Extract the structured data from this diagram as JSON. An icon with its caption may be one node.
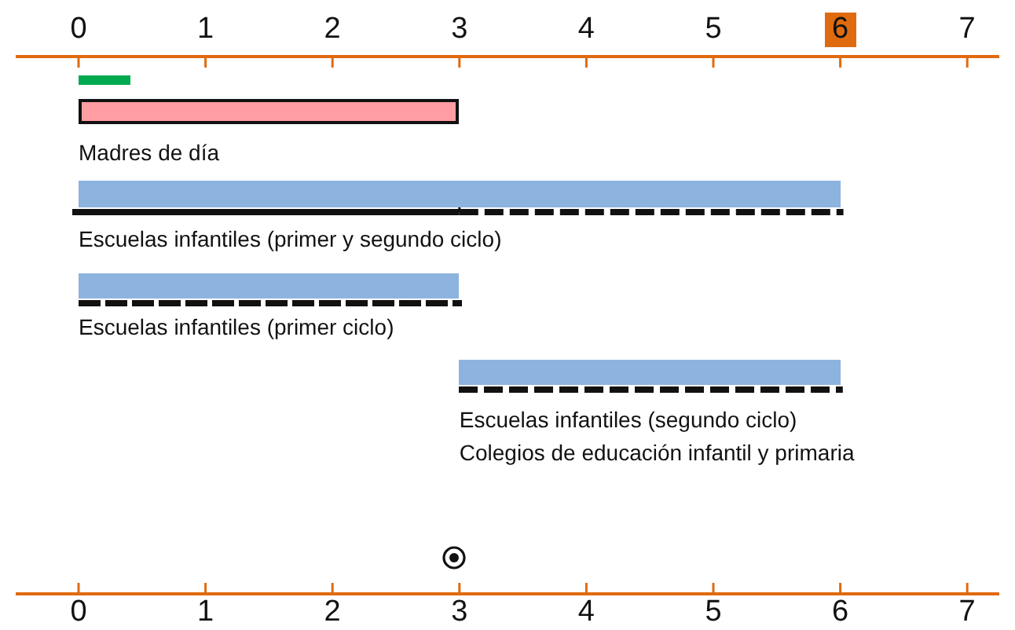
{
  "diagram": {
    "nodes": [
      {
        "text": [
          "Madres de día"
        ]
      },
      {
        "text": [
          "Escuelas infantiles (primer y segundo ciclo)"
        ]
      },
      {
        "text": [
          "Escuelas infantiles (primer ciclo)"
        ]
      },
      {
        "text": [
          "Escuelas infantiles (segundo ciclo)",
          "Colegios de educación infantil y primaria"
        ]
      }
    ],
    "labels": [
      "0",
      "1",
      "2",
      "3",
      "4",
      "5",
      "6",
      "7",
      "0",
      "1",
      "2",
      "3",
      "4",
      "5",
      "6",
      "7"
    ]
  }
}
